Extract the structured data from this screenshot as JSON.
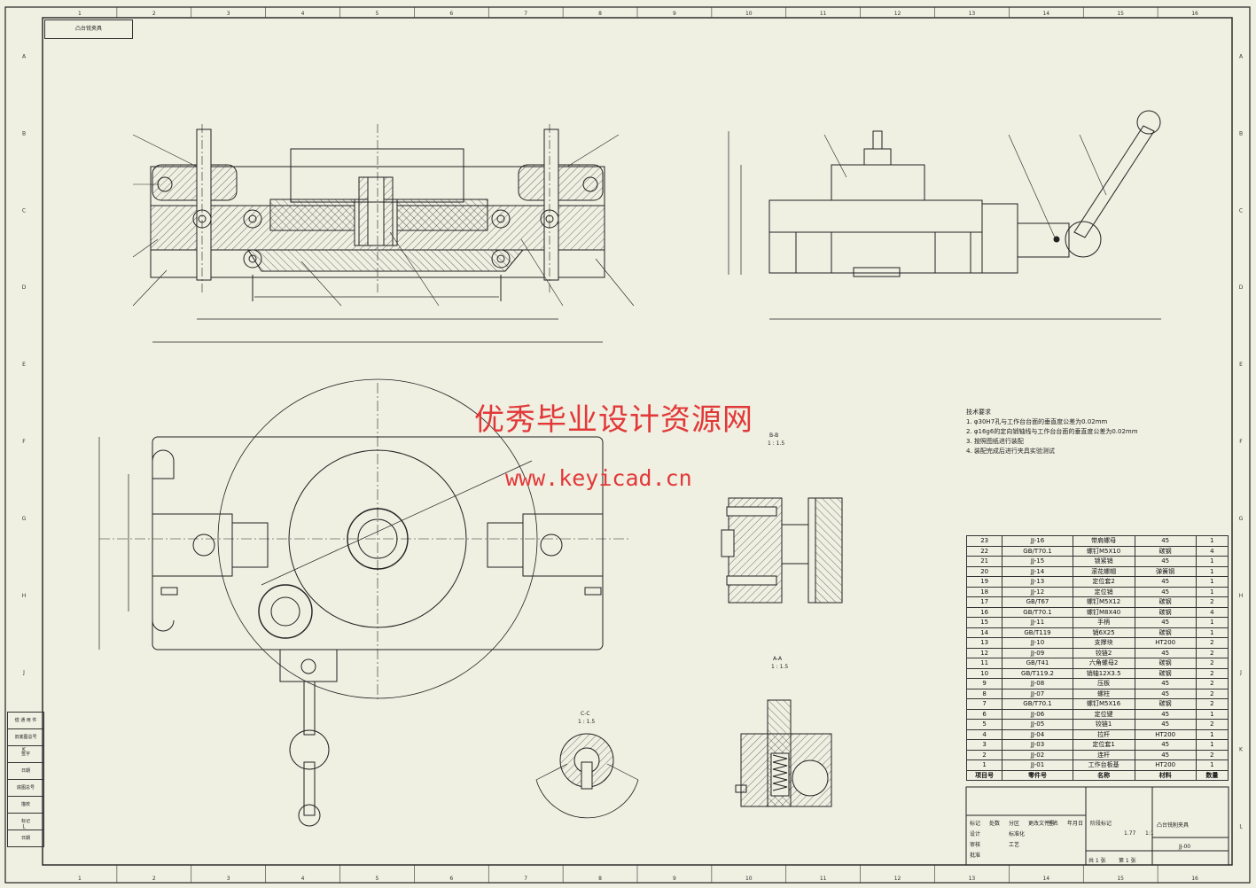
{
  "watermark": {
    "line1": "优秀毕业设计资源网",
    "line2": "www.keyicad.cn"
  },
  "corner_tag": "凸台铣夹具",
  "tech_notes": {
    "title": "技术要求",
    "items": [
      "1. φ30H7孔与工作台台面的垂直度公差为0.02mm",
      "2. φ16g6的定向销轴线与工作台台面的垂直度公差为0.02mm",
      "3. 按照图纸进行装配",
      "4. 装配完成后进行夹具实验测试"
    ]
  },
  "bom": {
    "header": [
      "项目号",
      "零件号",
      "名称",
      "材料",
      "数量"
    ],
    "rows": [
      [
        "23",
        "JJ-16",
        "带肩螺母",
        "45",
        "1"
      ],
      [
        "22",
        "GB/T70.1",
        "螺钉M5X10",
        "碳钢",
        "4"
      ],
      [
        "21",
        "JJ-15",
        "锁紧销",
        "45",
        "1"
      ],
      [
        "20",
        "JJ-14",
        "滚花螺帽",
        "弹簧钢",
        "1"
      ],
      [
        "19",
        "JJ-13",
        "定位套2",
        "45",
        "1"
      ],
      [
        "18",
        "JJ-12",
        "定位销",
        "45",
        "1"
      ],
      [
        "17",
        "GB/T67",
        "螺钉M5X12",
        "碳钢",
        "2"
      ],
      [
        "16",
        "GB/T70.1",
        "螺钉M8X40",
        "碳钢",
        "4"
      ],
      [
        "15",
        "JJ-11",
        "手柄",
        "45",
        "1"
      ],
      [
        "14",
        "GB/T119",
        "销6X25",
        "碳钢",
        "1"
      ],
      [
        "13",
        "JJ-10",
        "支撑块",
        "HT200",
        "2"
      ],
      [
        "12",
        "JJ-09",
        "铰链2",
        "45",
        "2"
      ],
      [
        "11",
        "GB/T41",
        "六角螺母2",
        "碳钢",
        "2"
      ],
      [
        "10",
        "GB/T119.2",
        "销轴12X3.5",
        "碳钢",
        "2"
      ],
      [
        "9",
        "JJ-08",
        "压板",
        "45",
        "2"
      ],
      [
        "8",
        "JJ-07",
        "螺柱",
        "45",
        "2"
      ],
      [
        "7",
        "GB/T70.1",
        "螺钉M5X16",
        "碳钢",
        "2"
      ],
      [
        "6",
        "JJ-06",
        "定位键",
        "45",
        "1"
      ],
      [
        "5",
        "JJ-05",
        "铰链1",
        "45",
        "2"
      ],
      [
        "4",
        "JJ-04",
        "拉杆",
        "HT200",
        "1"
      ],
      [
        "3",
        "JJ-03",
        "定位套1",
        "45",
        "1"
      ],
      [
        "2",
        "JJ-02",
        "连杆",
        "45",
        "2"
      ],
      [
        "1",
        "JJ-01",
        "工作台板基",
        "HT200",
        "1"
      ]
    ]
  },
  "title_block": {
    "drawing_name": "凸台铣削夹具",
    "drawing_no": "JJ-00",
    "scale": "1:1",
    "weight": "1.77",
    "sheet_total": "共 1 张",
    "sheet_no": "第 1 张",
    "stage": "阶段标记",
    "cells": [
      "标记",
      "处数",
      "分区",
      "更改文件号",
      "签名",
      "年月日",
      "设计",
      "标准化",
      "审核",
      "工艺",
      "批准"
    ]
  },
  "left_strip": [
    "借 通 用 件",
    "旧底图总号",
    "签字",
    "日期",
    "底图总号",
    "描校",
    "标记",
    "日期"
  ],
  "section_labels": [
    "B-B",
    "1 : 1.5",
    "A-A",
    "1 : 1.5",
    "C-C",
    "1 : 1.5"
  ],
  "border_numbers": [
    "1",
    "2",
    "3",
    "4",
    "5",
    "6",
    "7",
    "8",
    "9",
    "10",
    "11",
    "12",
    "13",
    "14",
    "15",
    "16"
  ],
  "border_letters": [
    "A",
    "B",
    "C",
    "D",
    "E",
    "F",
    "G",
    "H",
    "J",
    "K",
    "L"
  ]
}
